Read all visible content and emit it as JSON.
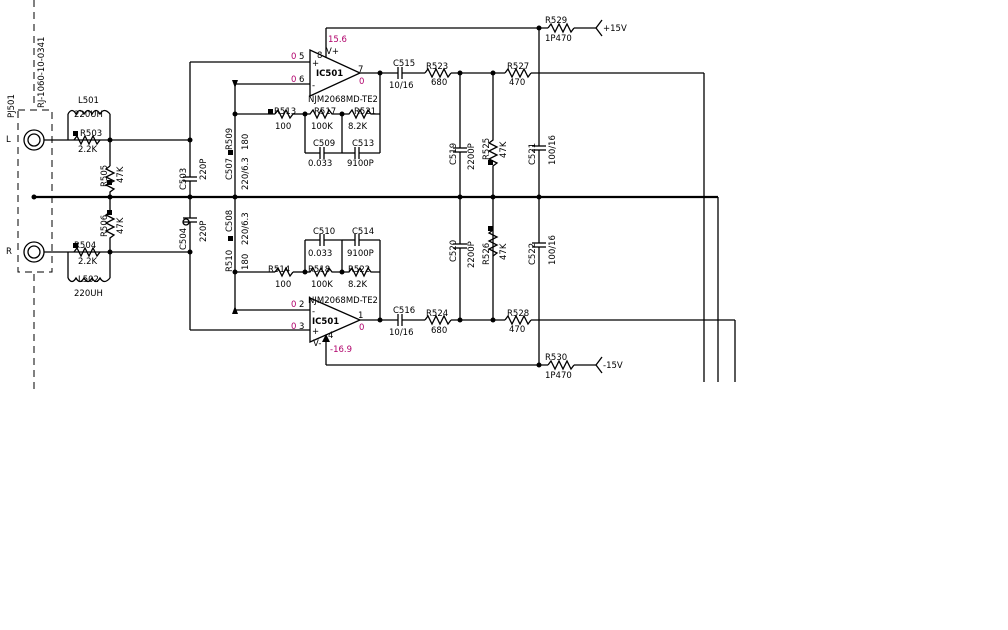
{
  "connector": {
    "ref": "PJ501",
    "part": "RJ-1060-10-0341",
    "left_label": "L",
    "right_label": "R"
  },
  "inductors": [
    {
      "ref": "L501",
      "value": "220UH"
    },
    {
      "ref": "L502",
      "value": "220UH"
    }
  ],
  "resistors_input": [
    {
      "ref": "R503",
      "value": "2.2K"
    },
    {
      "ref": "R504",
      "value": "2.2K"
    },
    {
      "ref": "R505",
      "value": "47K"
    },
    {
      "ref": "R506",
      "value": "47K"
    }
  ],
  "caps_input": [
    {
      "ref": "C503",
      "value": "220P"
    },
    {
      "ref": "C504",
      "value": "220P"
    },
    {
      "ref": "C507",
      "value": "220/6.3"
    },
    {
      "ref": "C508",
      "value": "220/6.3"
    }
  ],
  "bias_resistors": [
    {
      "ref": "R509",
      "value": "180"
    },
    {
      "ref": "R510",
      "value": "180"
    }
  ],
  "opamp_top": {
    "ref": "IC501",
    "part": "NJM2068MD-TE2",
    "pin_plus": "5",
    "pin_minus": "6",
    "pin_out": "7",
    "pin_vplus": "8",
    "vplus_label": "V+",
    "v_pin5": "0",
    "v_pin6": "0",
    "v_out": "0",
    "v_supply": "15.6"
  },
  "opamp_bottom": {
    "ref": "IC501",
    "part": "NJM2068MD-TE2",
    "pin_plus": "3",
    "pin_minus": "2",
    "pin_out": "1",
    "pin_vminus": "4",
    "vminus_label": "V-",
    "v_pin3": "0",
    "v_pin2": "0",
    "v_out": "0",
    "v_supply": "-16.9"
  },
  "feedback_top": [
    {
      "ref": "R513",
      "value": "100"
    },
    {
      "ref": "R517",
      "value": "100K"
    },
    {
      "ref": "R521",
      "value": "8.2K"
    },
    {
      "ref": "C509",
      "value": "0.033"
    },
    {
      "ref": "C513",
      "value": "9100P"
    }
  ],
  "feedback_bottom": [
    {
      "ref": "R514",
      "value": "100"
    },
    {
      "ref": "R518",
      "value": "100K"
    },
    {
      "ref": "R522",
      "value": "8.2K"
    },
    {
      "ref": "C510",
      "value": "0.033"
    },
    {
      "ref": "C514",
      "value": "9100P"
    }
  ],
  "output_top": [
    {
      "ref": "C515",
      "value": "10/16"
    },
    {
      "ref": "R523",
      "value": "680"
    },
    {
      "ref": "R527",
      "value": "470"
    }
  ],
  "output_bottom": [
    {
      "ref": "C516",
      "value": "10/16"
    },
    {
      "ref": "R524",
      "value": "680"
    },
    {
      "ref": "R528",
      "value": "470"
    }
  ],
  "shunt_parts": [
    {
      "ref": "C519",
      "value": "2200P"
    },
    {
      "ref": "C520",
      "value": "2200P"
    },
    {
      "ref": "R525",
      "value": "47K"
    },
    {
      "ref": "R526",
      "value": "47K"
    },
    {
      "ref": "C521",
      "value": "100/16"
    },
    {
      "ref": "C522",
      "value": "100/16"
    }
  ],
  "supply": [
    {
      "ref": "R529",
      "value": "1P470",
      "rail": "+15V"
    },
    {
      "ref": "R530",
      "value": "1P470",
      "rail": "-15V"
    }
  ]
}
